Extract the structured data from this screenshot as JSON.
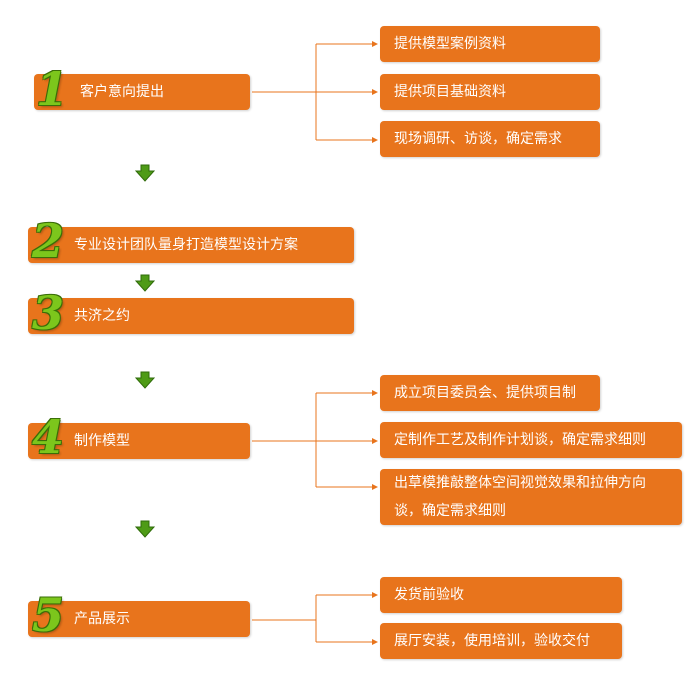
{
  "colors": {
    "box": "#e8741c",
    "connector": "#e8741c",
    "number": "#7cc61c",
    "arrow": "#3f8f14"
  },
  "steps": [
    {
      "number": "1",
      "label": "客户意向提出",
      "details": [
        "提供模型案例资料",
        "提供项目基础资料",
        "现场调研、访谈，确定需求"
      ]
    },
    {
      "number": "2",
      "label": "专业设计团队量身打造模型设计方案",
      "details": []
    },
    {
      "number": "3",
      "label": "共济之约",
      "details": []
    },
    {
      "number": "4",
      "label": "制作模型",
      "details": [
        "成立项目委员会、提供项目制",
        "定制作工艺及制作计划谈，确定需求细则",
        "出草模推敲整体空间视觉效果和拉伸方向谈，确定需求细则"
      ]
    },
    {
      "number": "5",
      "label": "产品展示",
      "details": [
        "发货前验收",
        "展厅安装，使用培训，验收交付"
      ]
    }
  ]
}
